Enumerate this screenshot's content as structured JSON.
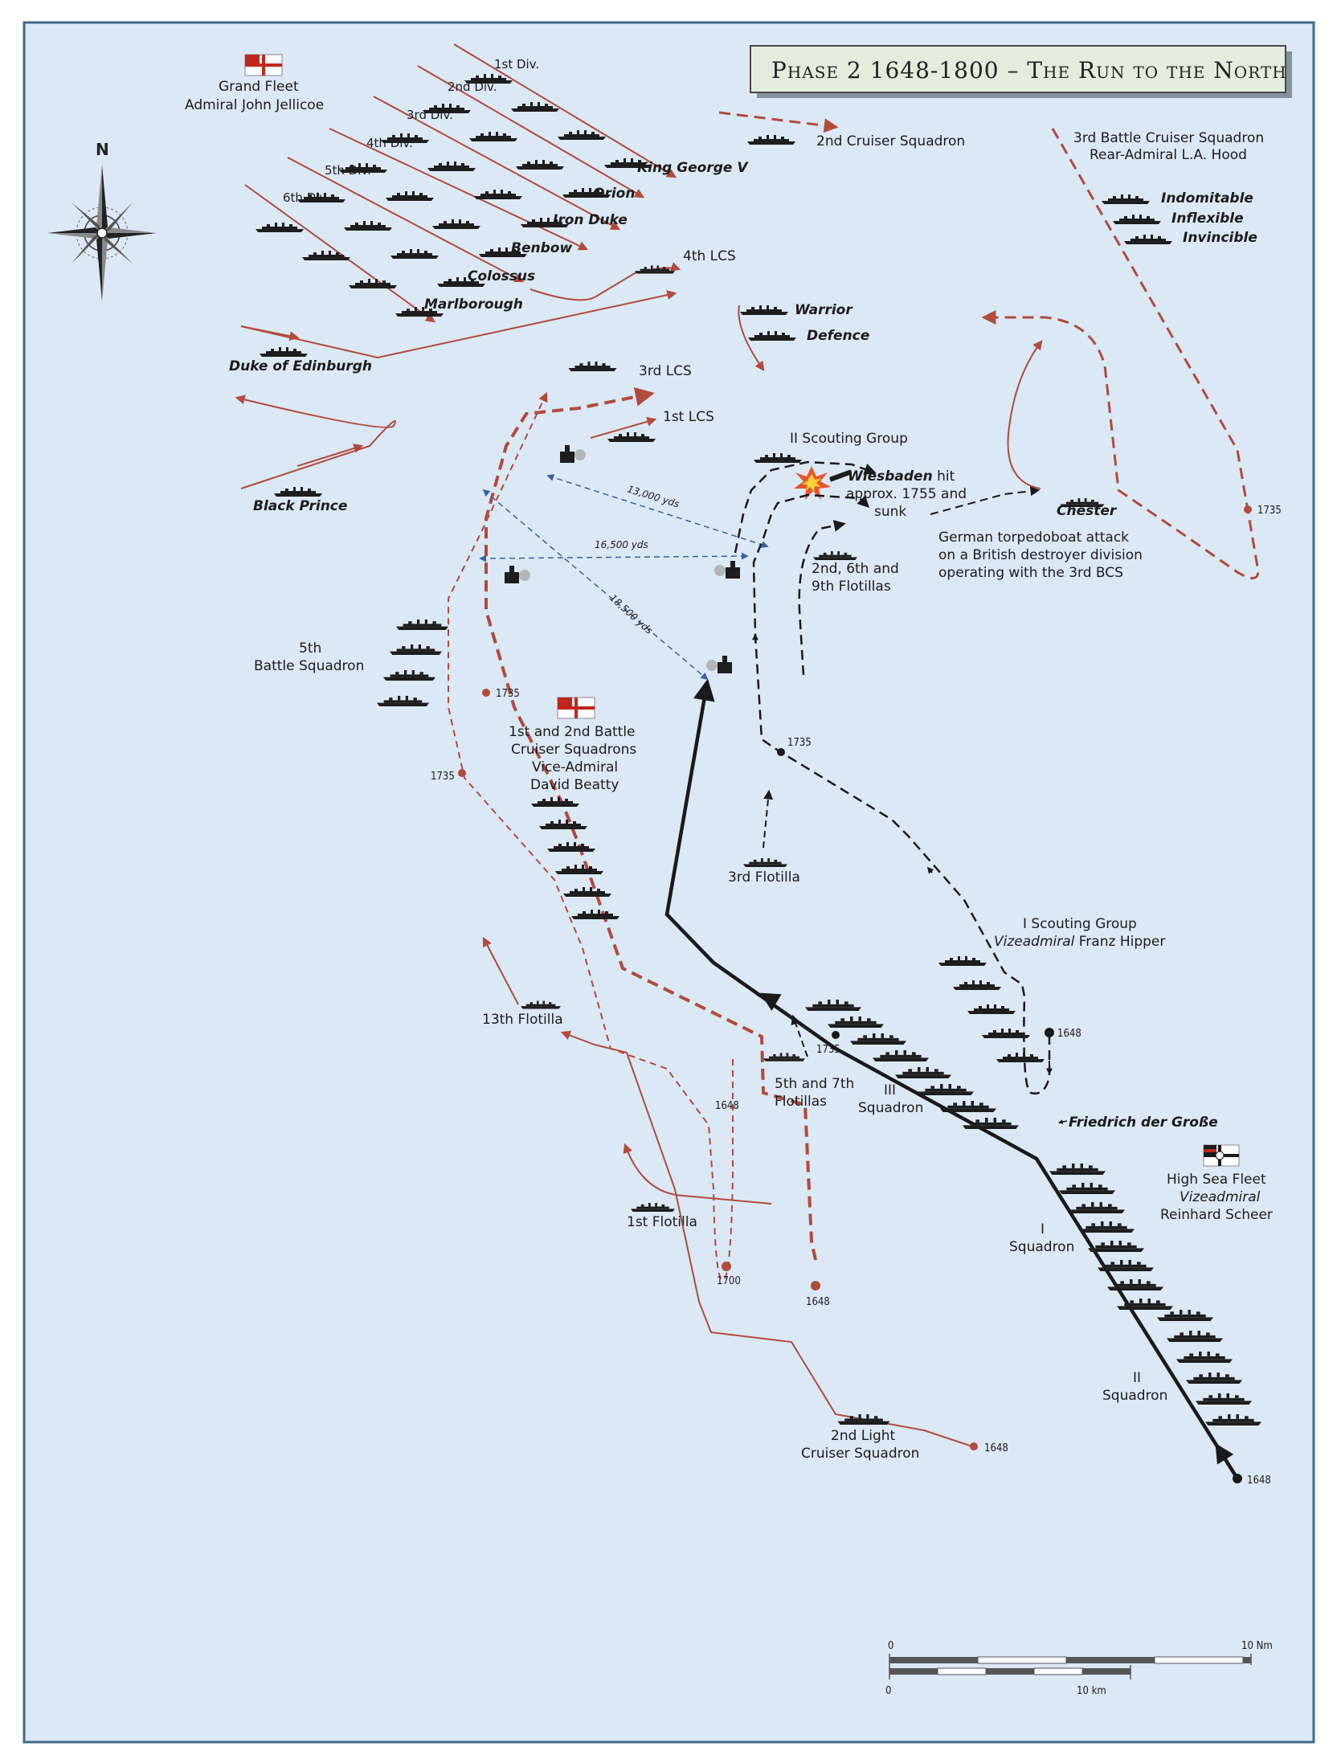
{
  "title": "Phase 2 1648-1800 – The Run to the North",
  "colors": {
    "sea": "#dbe8f5",
    "border": "#3f6a8a",
    "british": "#b24a3d",
    "german": "#1a1a1a",
    "range": "#3c5ea8"
  },
  "compass": {
    "north": "N"
  },
  "grand_fleet": {
    "line1": "Grand Fleet",
    "line2": "Admiral John Jellicoe",
    "divisions": [
      "1st Div.",
      "2nd Div.",
      "3rd Div.",
      "4th Div.",
      "5th Div.",
      "6th Div."
    ],
    "flagships": [
      "King George V",
      "Orion",
      "Iron Duke",
      "Benbow",
      "Colossus",
      "Marlborough"
    ]
  },
  "british": {
    "cruiser2": "2nd Cruiser Squadron",
    "bcs3": {
      "line1": "3rd Battle Cruiser Squadron",
      "line2": "Rear-Admiral L.A. Hood",
      "ships": [
        "Indomitable",
        "Inflexible",
        "Invincible"
      ]
    },
    "lcs4": "4th LCS",
    "warrior": "Warrior",
    "defence": "Defence",
    "duke": "Duke of Edinburgh",
    "lcs3": "3rd LCS",
    "lcs1": "1st LCS",
    "black_prince": "Black Prince",
    "chester": "Chester",
    "bs5": {
      "line1": "5th",
      "line2": "Battle Squadron"
    },
    "beatty": {
      "line1": "1st and 2nd Battle",
      "line2": "Cruiser Squadrons",
      "line3": "Vice-Admiral",
      "line4": "David Beatty"
    },
    "flot13": "13th Flotilla",
    "flot1": "1st Flotilla",
    "lcs2": {
      "line1": "2nd Light",
      "line2": "Cruiser Squadron"
    }
  },
  "german": {
    "sg2": "II Scouting Group",
    "wiesbaden": {
      "name": "Wiesbaden",
      "rest1": " hit",
      "line2": "approx. 1755 and",
      "line3": "sunk"
    },
    "torpedo": {
      "line1": "German torpedoboat attack",
      "line2": "on a British destroyer division",
      "line3": "operating with the 3rd BCS"
    },
    "flot_2_6_9": {
      "line1": "2nd, 6th and",
      "line2": "9th Flotillas"
    },
    "flot3": "3rd Flotilla",
    "sg1": {
      "line1": "I Scouting Group",
      "line2": "Vizeadmiral",
      "line2b": " Franz Hipper"
    },
    "flot_5_7": {
      "line1": "5th and 7th",
      "line2": "Flotillas"
    },
    "sq3": {
      "line1": "III",
      "line2": "Squadron"
    },
    "fdg": "Friedrich der Große",
    "hsf": {
      "line1": "High Sea Fleet",
      "line2": "Vizeadmiral",
      "line3": "Reinhard Scheer"
    },
    "sq1": {
      "line1": "I",
      "line2": "Squadron"
    },
    "sq2": {
      "line1": "II",
      "line2": "Squadron"
    }
  },
  "distances": [
    "13,000 yds",
    "16,500 yds",
    "18,500 yds"
  ],
  "times": {
    "t1648": "1648",
    "t1735": "1735",
    "t1700": "1700"
  },
  "scale": {
    "zero": "0",
    "nm": "10 Nm",
    "km": "10 km"
  }
}
